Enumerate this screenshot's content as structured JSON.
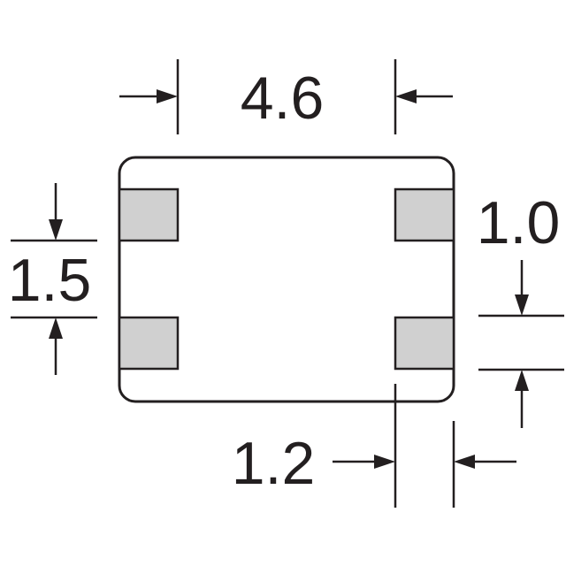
{
  "dimensions": {
    "width": "4.6",
    "pad_pitch": "1.5",
    "pad_height": "1.0",
    "pad_width": "1.2"
  },
  "colors": {
    "outline": "#231f20",
    "pad_fill": "#d0d0d0",
    "background": "#ffffff"
  }
}
